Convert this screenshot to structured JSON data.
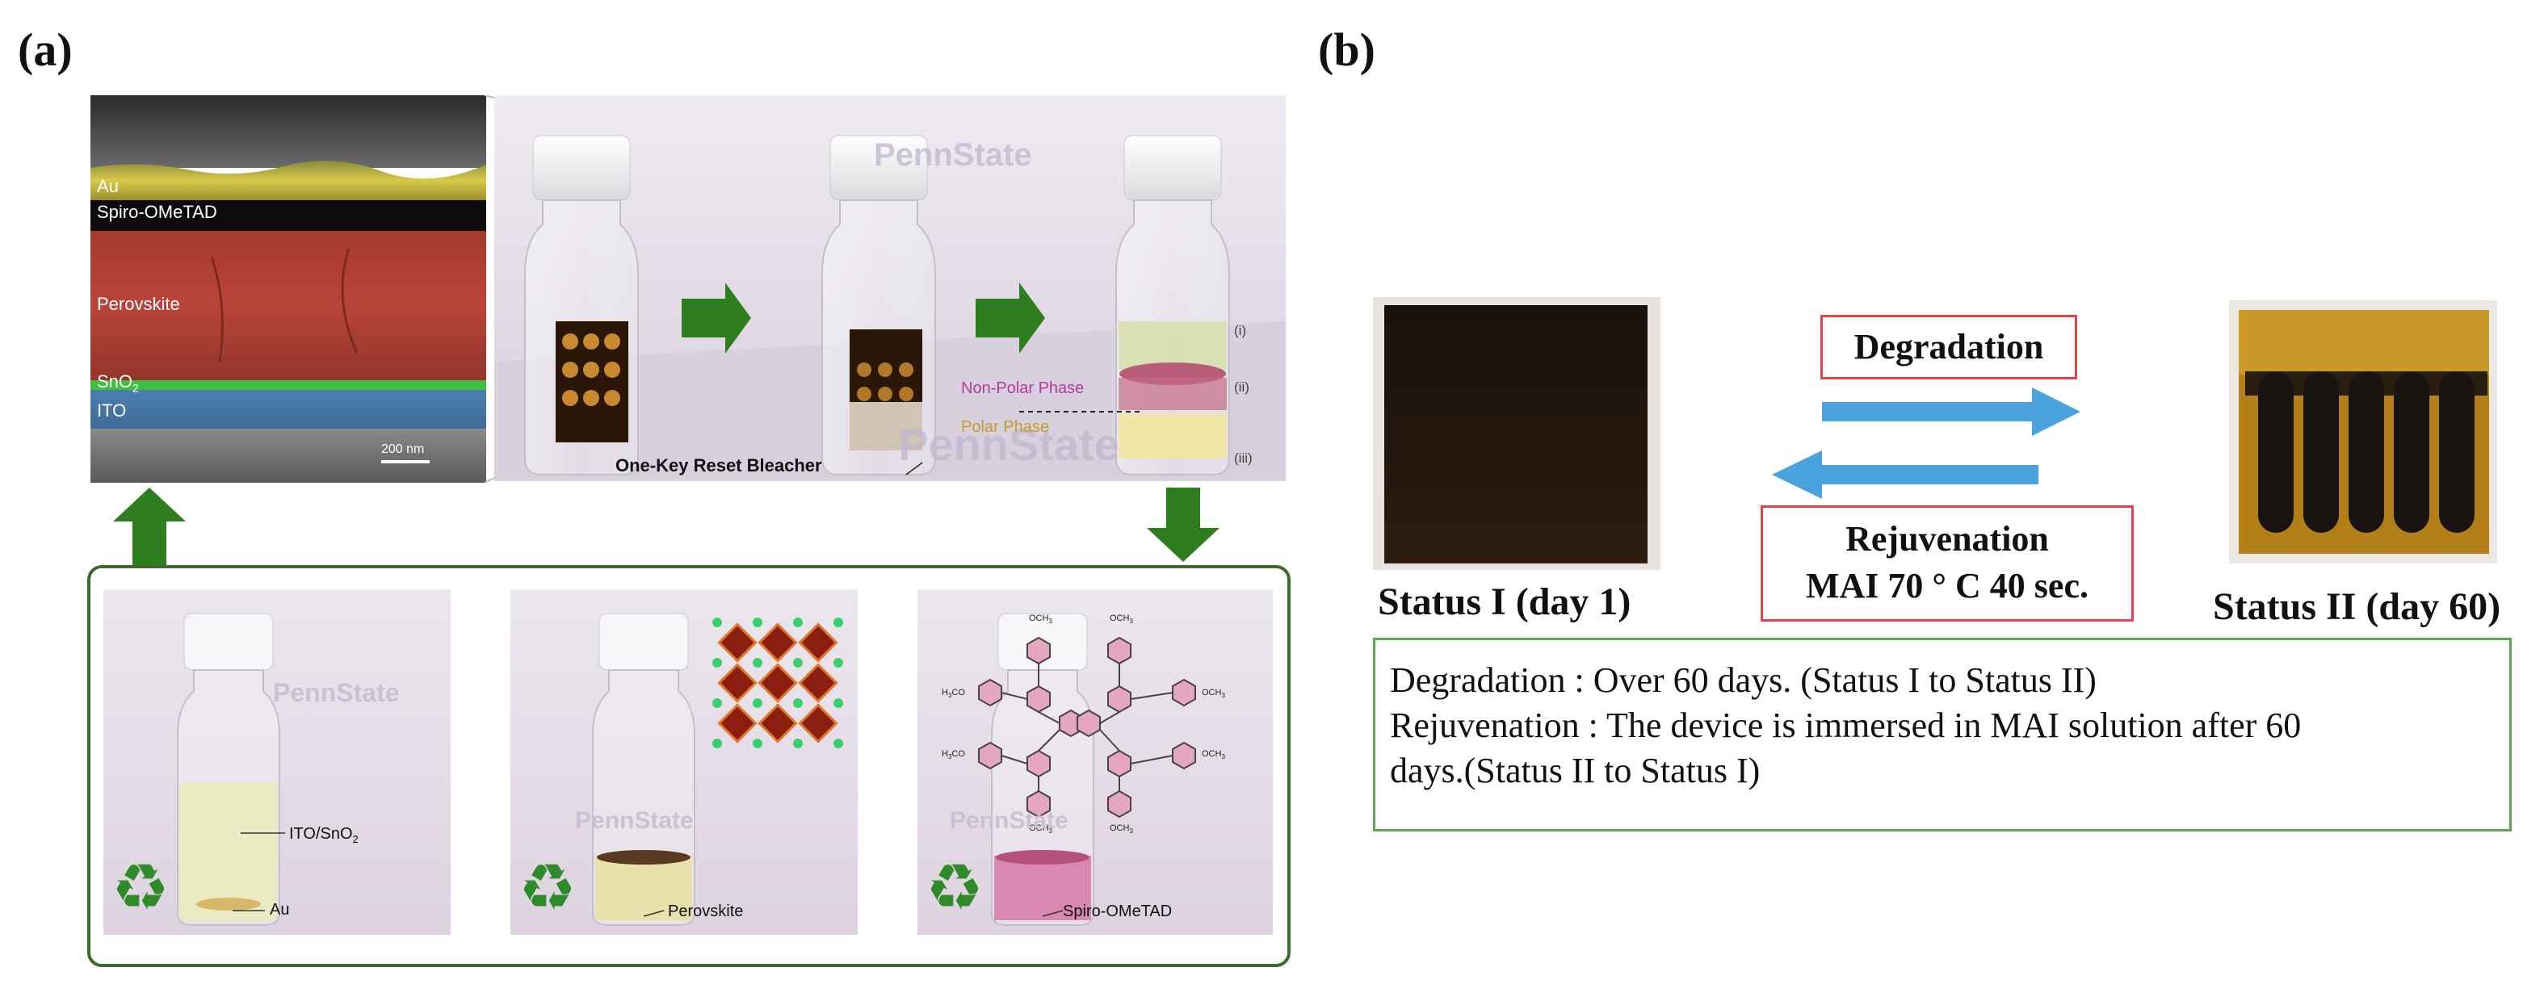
{
  "panel_a": {
    "label": "(a)",
    "sem": {
      "layers": [
        "Au",
        "Spiro-OMeTAD",
        "Perovskite",
        "SnO",
        "ITO"
      ],
      "sno2_subscript": "2",
      "scalebar": "200 nm"
    },
    "top_scene": {
      "watermark": "PennState",
      "bleacher_label": "One-Key Reset Bleacher",
      "non_polar_label": "Non-Polar Phase",
      "polar_label": "Polar Phase",
      "phase_markers": [
        "(i)",
        "(ii)",
        "(iii)"
      ]
    },
    "bottom_scene": {
      "label_ito": "ITO/SnO",
      "ito_subscript": "2",
      "label_au": "Au",
      "label_perovskite": "Perovskite",
      "label_spiro": "Spiro-OMeTAD",
      "methoxy": "OCH",
      "methoxy_subscript": "3",
      "methoxy_left": "H",
      "methoxy_left_subscript": "3",
      "methoxy_left_tail": "CO"
    }
  },
  "panel_b": {
    "label": "(b)",
    "status1": "Status I (day 1)",
    "status2": "Status II (day 60)",
    "degradation": "Degradation",
    "rejuvenation_line1": "Rejuvenation",
    "rejuvenation_line2": "MAI 70 ° C 40 sec.",
    "note_line1": "Degradation : Over 60 days. (Status I to Status II)",
    "note_line2": "Rejuvenation : The device is immersed in MAI solution after 60",
    "note_line3": "days.(Status II to Status I)"
  },
  "colors": {
    "green_arrow": "#2e7d1e",
    "blue_arrow": "#4aa3dd",
    "red_box": "#e0434a",
    "green_box": "#5aa94f",
    "frame_green": "#3d6b2c"
  }
}
